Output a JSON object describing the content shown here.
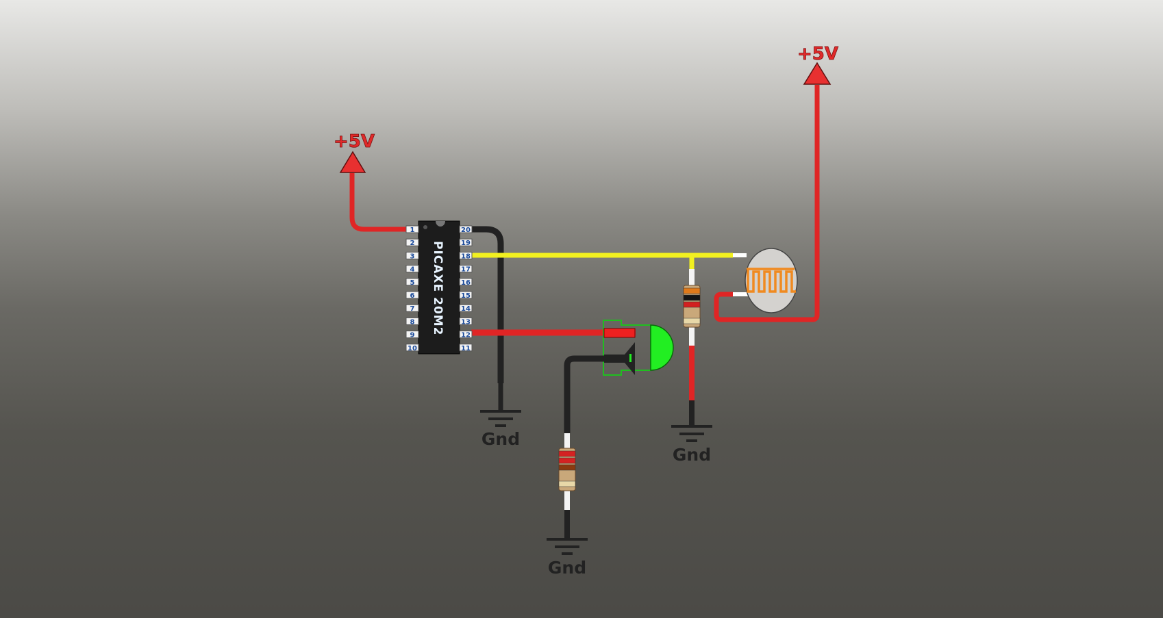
{
  "schematic": {
    "chip": {
      "label": "PICAXE 20M2",
      "left_pins": [
        "1",
        "2",
        "3",
        "4",
        "5",
        "6",
        "7",
        "8",
        "9",
        "10"
      ],
      "right_pins": [
        "20",
        "19",
        "18",
        "17",
        "16",
        "15",
        "14",
        "13",
        "12",
        "11"
      ]
    },
    "power_labels": {
      "left": "+5V",
      "right": "+5V"
    },
    "ground_labels": {
      "chip": "Gnd",
      "ldr_resistor": "Gnd",
      "led_resistor": "Gnd"
    },
    "components": {
      "ldr": "light-dependent-resistor",
      "led": "green-led",
      "resistor_ldr_bands": [
        "#e07a1a",
        "#151515",
        "#d22020",
        "#e8d8a8"
      ],
      "resistor_led_bands": [
        "#d42222",
        "#d42222",
        "#8a3a10",
        "#e8d8a8"
      ]
    },
    "colors": {
      "power_wire": "#e02525",
      "ground_wire": "#222222",
      "signal_wire": "#f2f020",
      "led_green": "#22ee22",
      "label_red": "#e02a2a"
    }
  }
}
